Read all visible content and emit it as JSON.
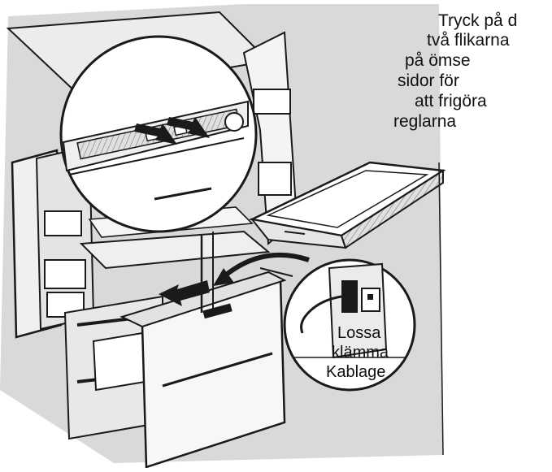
{
  "instruction": {
    "lines": [
      "Tryck på d",
      "två flikarna",
      "på ömse",
      "sidor för",
      "att frigöra",
      "reglarna"
    ]
  },
  "callout": {
    "lines": [
      "Lossa",
      "klämma",
      "Kablage"
    ]
  },
  "colors": {
    "line": "#1a1a1a",
    "light_gray": "#d6d6d6",
    "mid_gray": "#a9a9a9",
    "dark_gray": "#6b6b6b",
    "white": "#ffffff"
  }
}
